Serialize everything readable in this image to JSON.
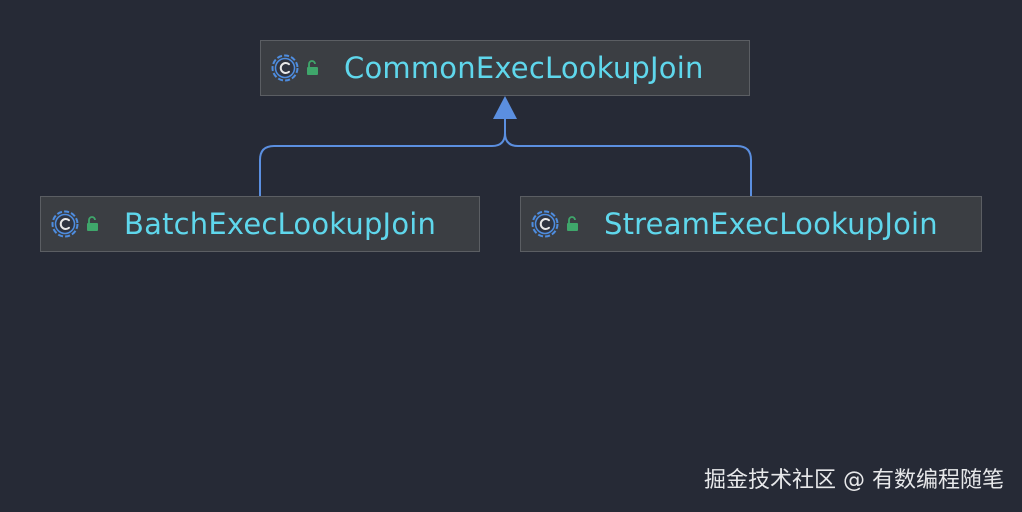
{
  "diagram": {
    "nodes": [
      {
        "id": "common",
        "label": "CommonExecLookupJoin",
        "kind": "class",
        "access": "public",
        "icon": "class-c-icon"
      },
      {
        "id": "batch",
        "label": "BatchExecLookupJoin",
        "kind": "class",
        "access": "public",
        "icon": "class-c-icon"
      },
      {
        "id": "stream",
        "label": "StreamExecLookupJoin",
        "kind": "class",
        "access": "public",
        "icon": "class-c-icon"
      }
    ],
    "edges": [
      {
        "from": "batch",
        "to": "common",
        "type": "extends"
      },
      {
        "from": "stream",
        "to": "common",
        "type": "extends"
      }
    ],
    "colors": {
      "background": "#262a36",
      "node_fill": "#3b3e43",
      "node_border": "#5b5e63",
      "label": "#5fd7ec",
      "edge": "#5b8fe0",
      "class_icon": "#4e8de0",
      "access_icon": "#3fa66b"
    }
  },
  "watermark": "掘金技术社区 @ 有数编程随笔"
}
